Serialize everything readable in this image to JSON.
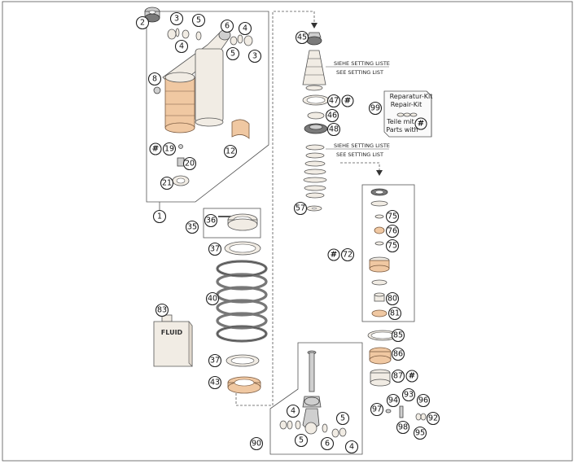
{
  "diagram": {
    "callouts": [
      {
        "id": "c2",
        "label": "2"
      },
      {
        "id": "c3a",
        "label": "3"
      },
      {
        "id": "c4a",
        "label": "4"
      },
      {
        "id": "c5a",
        "label": "5"
      },
      {
        "id": "c6a",
        "label": "6"
      },
      {
        "id": "c4b",
        "label": "4"
      },
      {
        "id": "c5b",
        "label": "5"
      },
      {
        "id": "c3b",
        "label": "3"
      },
      {
        "id": "c8",
        "label": "8"
      },
      {
        "id": "c12",
        "label": "12"
      },
      {
        "id": "c19",
        "label": "19"
      },
      {
        "id": "c20",
        "label": "20"
      },
      {
        "id": "c21",
        "label": "21"
      },
      {
        "id": "c1",
        "label": "1"
      },
      {
        "id": "c35",
        "label": "35"
      },
      {
        "id": "c36",
        "label": "36"
      },
      {
        "id": "c37a",
        "label": "37"
      },
      {
        "id": "c40",
        "label": "40"
      },
      {
        "id": "c37b",
        "label": "37"
      },
      {
        "id": "c43",
        "label": "43"
      },
      {
        "id": "c83",
        "label": "83"
      },
      {
        "id": "c45",
        "label": "45"
      },
      {
        "id": "c47",
        "label": "47"
      },
      {
        "id": "c46",
        "label": "46"
      },
      {
        "id": "c48",
        "label": "48"
      },
      {
        "id": "c57",
        "label": "57"
      },
      {
        "id": "c99",
        "label": "99"
      },
      {
        "id": "c72",
        "label": "72"
      },
      {
        "id": "c75a",
        "label": "75"
      },
      {
        "id": "c76",
        "label": "76"
      },
      {
        "id": "c75b",
        "label": "75"
      },
      {
        "id": "c80",
        "label": "80"
      },
      {
        "id": "c81",
        "label": "81"
      },
      {
        "id": "c85",
        "label": "85"
      },
      {
        "id": "c86",
        "label": "86"
      },
      {
        "id": "c87",
        "label": "87"
      },
      {
        "id": "c93",
        "label": "93"
      },
      {
        "id": "c94",
        "label": "94"
      },
      {
        "id": "c96",
        "label": "96"
      },
      {
        "id": "c97",
        "label": "97"
      },
      {
        "id": "c92",
        "label": "92"
      },
      {
        "id": "c98",
        "label": "98"
      },
      {
        "id": "c95",
        "label": "95"
      },
      {
        "id": "c4c",
        "label": "4"
      },
      {
        "id": "c5c",
        "label": "5"
      },
      {
        "id": "c90",
        "label": "90"
      },
      {
        "id": "c5d",
        "label": "5"
      },
      {
        "id": "c6b",
        "label": "6"
      },
      {
        "id": "c4d",
        "label": "4"
      }
    ],
    "hash_symbol": "#",
    "notes": {
      "setting_1_de": "SIEHE SETTING LISTE",
      "setting_1_en": "SEE SETTING LIST",
      "setting_2_de": "SIEHE SETTING LISTE",
      "setting_2_en": "SEE SETTING LIST"
    },
    "kit": {
      "line1": "Reparatur-Kit",
      "line2": "Repair-Kit",
      "line3": "Teile mit",
      "line4": "Parts with"
    },
    "fluid_label": "FLUID"
  }
}
